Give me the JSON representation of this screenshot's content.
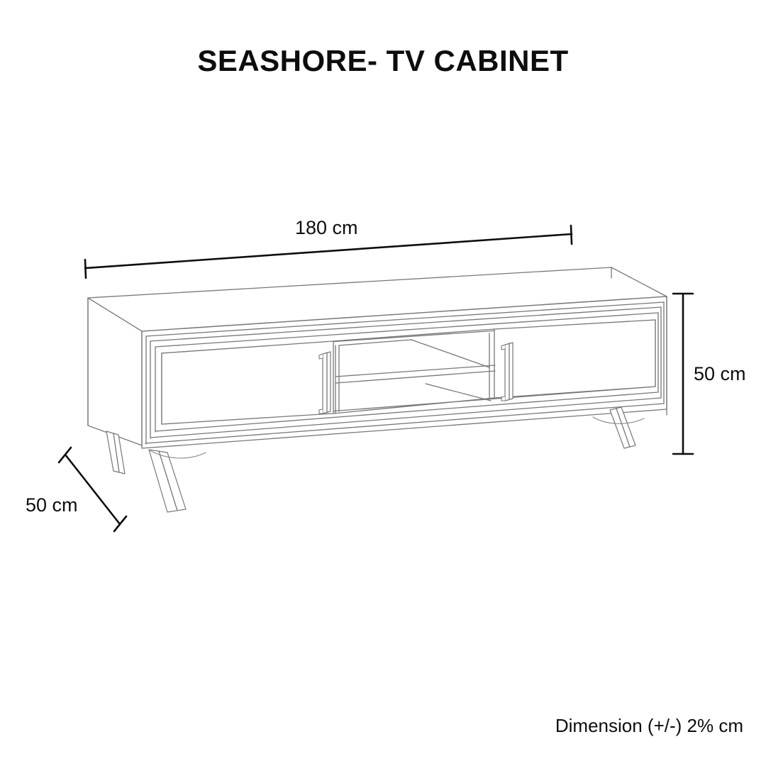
{
  "page": {
    "title": "SEASHORE- TV CABINET",
    "footer_note": "Dimension (+/-) 2% cm",
    "background_color": "#ffffff",
    "ink_color": "#111111",
    "line_color": "#6b6b6b"
  },
  "product": {
    "name": "SEASHORE- TV CABINET",
    "type": "tv-cabinet",
    "view": "3d-perspective-line-drawing",
    "features": [
      "two-hinged-doors",
      "center-open-niche",
      "middle-shelf",
      "recessed-front-frame-molding",
      "four-splayed-angled-legs",
      "vertical-bar-handles"
    ]
  },
  "dimensions": {
    "width": {
      "label": "180 cm",
      "value": 180,
      "unit": "cm",
      "axis": "width",
      "position": "top"
    },
    "height": {
      "label": "50 cm",
      "value": 50,
      "unit": "cm",
      "axis": "height",
      "position": "right"
    },
    "depth": {
      "label": "50 cm",
      "value": 50,
      "unit": "cm",
      "axis": "depth",
      "position": "bottom-left"
    }
  },
  "hardware": {
    "handle_left_door": "vertical-bar-handle",
    "handle_right_door": "vertical-bar-handle",
    "handle_count": 2
  },
  "legs": {
    "count": 4,
    "style": "splayed-tapered"
  },
  "chart_data": {
    "type": "table",
    "title": "SEASHORE- TV CABINET",
    "categories": [
      "Width",
      "Height",
      "Depth"
    ],
    "values": [
      180,
      50,
      50
    ],
    "unit": "cm",
    "tolerance": "Dimension (+/-) 2% cm"
  }
}
